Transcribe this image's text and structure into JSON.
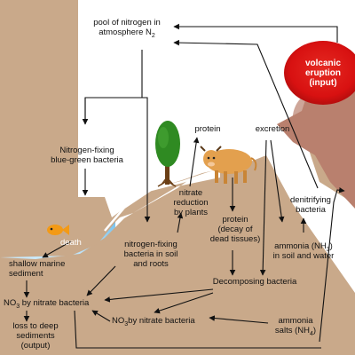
{
  "colors": {
    "sky": "#ffffff",
    "land": "#c9a98a",
    "hill_outline": "#ffffff",
    "water_top": "#3aa7e6",
    "water_bottom": "#cdeafb",
    "volcano": "#b9806e",
    "lava": "#d81111",
    "arrow": "#111111",
    "tree_crown": "#2f8a22",
    "cow": "#e3a04e",
    "fish": "#f39a16"
  },
  "labels": {
    "pool_line1": "pool of nitrogen in",
    "pool_line2": "atmosphere N",
    "pool_sub": "2",
    "volcanic1": "volcanic",
    "volcanic2": "eruption",
    "volcanic3": "(input)",
    "fixing_bg1": "Nitrogen-fixing",
    "fixing_bg2": "blue-green bacteria",
    "protein": "protein",
    "excretion": "excretion",
    "nitrate_red1": "nitrate",
    "nitrate_red2": "reduction",
    "nitrate_red3": "by plants",
    "protein_decay1": "protein",
    "protein_decay2": "(decay of",
    "protein_decay3": "dead tissues)",
    "denitrifying1": "denitrifying",
    "denitrifying2": "bacteria",
    "death": "death",
    "shallow1": "shallow marine",
    "shallow2": "sediment",
    "fixing_soil1": "nitrogen-fixing",
    "fixing_soil2": "bacteria in soil",
    "fixing_soil3": "and roots",
    "ammonia_soil1": "ammonia (NH",
    "ammonia_soil1_sub": "3",
    "ammonia_soil1_end": ")",
    "ammonia_soil2": "in soil and water",
    "decomposing": "Decomposing bacteria",
    "no3_left_pre": "NO",
    "no3_left_sub": "3",
    "no3_left_post": " by nitrate bacteria",
    "no2_pre": "NO",
    "no2_sub": "3",
    "no2_post": "by nitrate bacteria",
    "loss1": "loss to deep",
    "loss2": "sediments",
    "loss3": "(output)",
    "ammonia_salts1": "ammonia",
    "ammonia_salts2": "salts (NH",
    "ammonia_salts2_sub": "4",
    "ammonia_salts2_end": ")"
  }
}
